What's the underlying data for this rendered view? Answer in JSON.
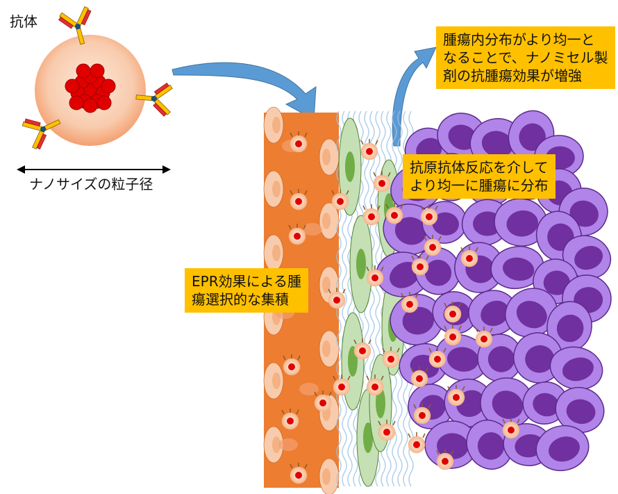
{
  "antibody_label": "抗体",
  "size_label": "ナノサイズの粒子径",
  "epr_box": {
    "lines": [
      "EPR効果による腫",
      "瘍選択的な集積"
    ]
  },
  "antigen_box": {
    "lines": [
      "抗原抗体反応を介して",
      "より均一に腫瘍に分布"
    ]
  },
  "effect_box": {
    "lines": [
      "腫瘍内分布がより均一と",
      "なることで、ナノミセル製",
      "剤の抗腫瘍効果が増強"
    ]
  },
  "colors": {
    "box": "#ffc000",
    "vessel": "#ed7d31",
    "vessel_cell": "#f8cbad",
    "stroma_cell": "#c5e0b4",
    "stroma_nucleus": "#70ad47",
    "tumor_cell": "#b084e8",
    "tumor_nucleus": "#7030a0",
    "arrow": "#5b9bd5",
    "particle_core": "#e00000",
    "particle_shell": "#f4b183"
  }
}
